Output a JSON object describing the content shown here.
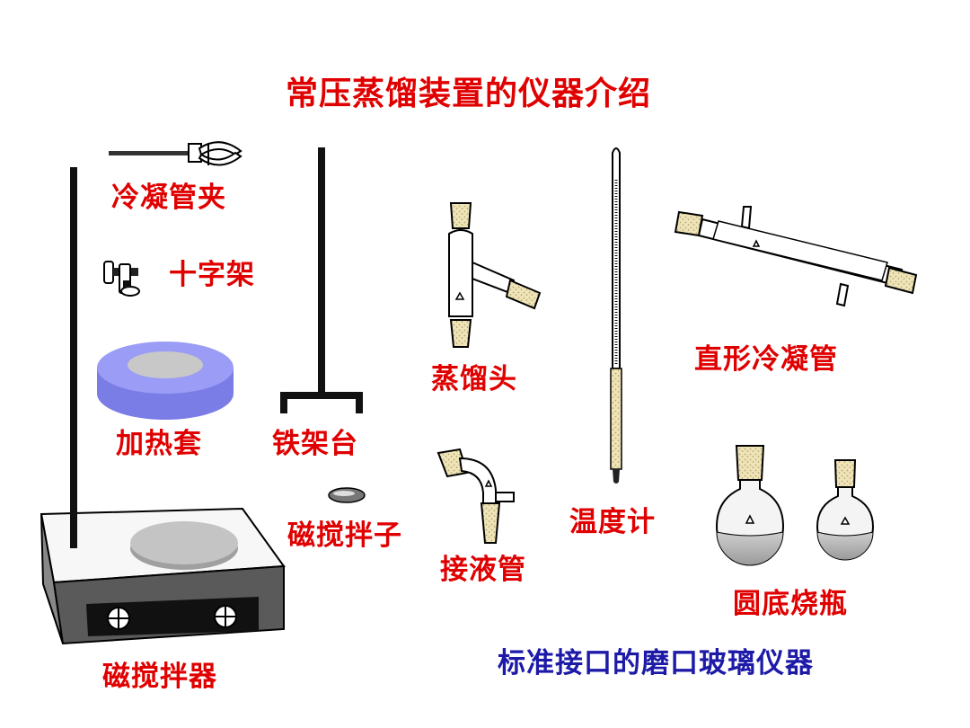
{
  "title": "常压蒸馏装置的仪器介绍",
  "labels": {
    "condenser_clamp": "冷凝管夹",
    "cross_clamp": "十字架",
    "heating_mantle": "加热套",
    "iron_stand": "铁架台",
    "stir_bar": "磁搅拌子",
    "magnetic_stirrer": "磁搅拌器",
    "distillation_head": "蒸馏头",
    "receiver_adapter": "接液管",
    "thermometer": "温度计",
    "straight_condenser": "直形冷凝管",
    "round_bottom_flask": "圆底烧瓶",
    "ground_glass_note": "标准接口的磨口玻璃仪器"
  },
  "colors": {
    "label_red": "#e00000",
    "note_blue": "#1d1aa8",
    "mantle_blue": "#8a8cf0",
    "joint_sand": "#e6d9a8"
  }
}
